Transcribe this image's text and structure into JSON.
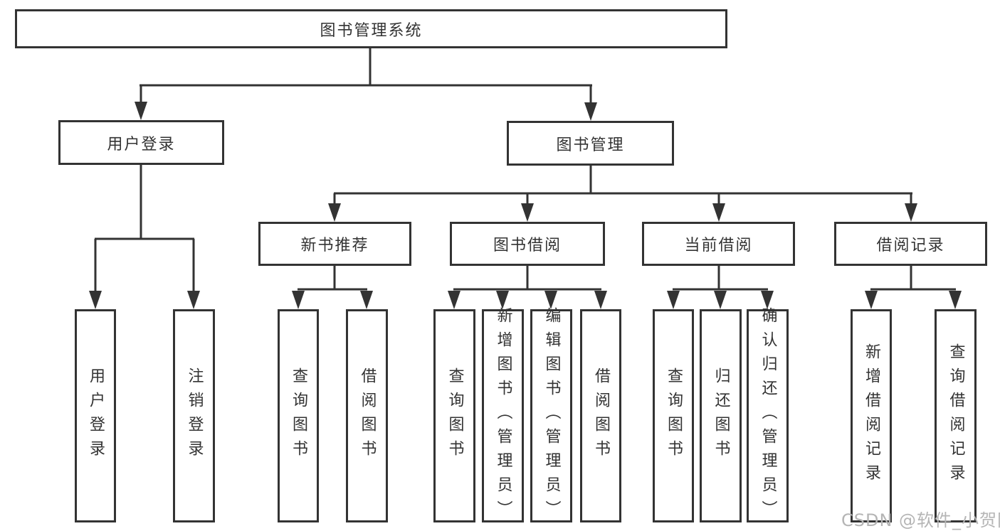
{
  "colors": {
    "background": "#ffffff",
    "line": "#333333",
    "box_border": "#333333",
    "text": "#333333",
    "watermark": "#b5b5b5"
  },
  "watermark": {
    "text": "CSDN @软件_小贺同学"
  },
  "tree": {
    "label": "图书管理系统",
    "children": [
      {
        "label": "用户登录",
        "children": [
          {
            "label": "用户登录"
          },
          {
            "label": "注销登录"
          }
        ]
      },
      {
        "label": "图书管理",
        "children": [
          {
            "label": "新书推荐",
            "children": [
              {
                "label": "查询图书"
              },
              {
                "label": "借阅图书"
              }
            ]
          },
          {
            "label": "图书借阅",
            "children": [
              {
                "label": "查询图书"
              },
              {
                "label": "新增图书（管理员）"
              },
              {
                "label": "编辑图书（管理员）"
              },
              {
                "label": "借阅图书"
              }
            ]
          },
          {
            "label": "当前借阅",
            "children": [
              {
                "label": "查询图书"
              },
              {
                "label": "归还图书"
              },
              {
                "label": "确认归还（管理员）"
              }
            ]
          },
          {
            "label": "借阅记录",
            "children": [
              {
                "label": "新增借阅记录"
              },
              {
                "label": "查询借阅记录"
              }
            ]
          }
        ]
      }
    ]
  }
}
